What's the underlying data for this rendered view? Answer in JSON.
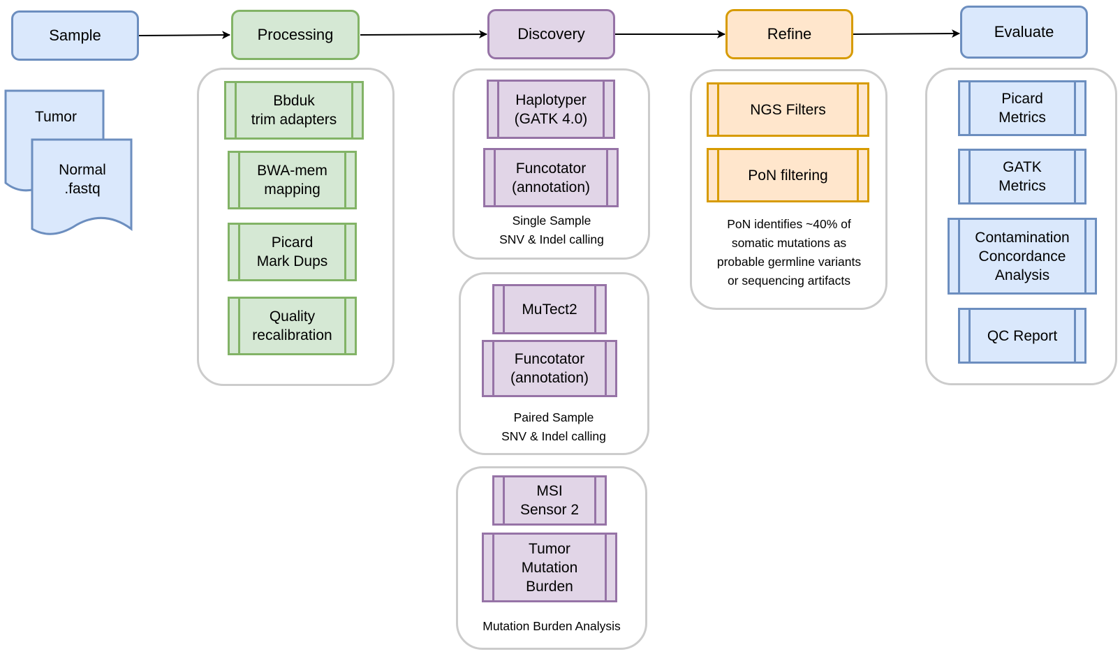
{
  "colors": {
    "blue_fill": "#dae8fc",
    "blue_stroke": "#6c8ebf",
    "green_fill": "#d5e8d4",
    "green_stroke": "#82b366",
    "purple_fill": "#e1d5e7",
    "purple_stroke": "#9673a6",
    "orange_fill": "#ffe6cc",
    "orange_stroke": "#d79b00",
    "group_border": "#cccccc",
    "arrow": "#000000"
  },
  "stages": {
    "sample": "Sample",
    "processing": "Processing",
    "discovery": "Discovery",
    "refine": "Refine",
    "evaluate": "Evaluate"
  },
  "edges": [
    {
      "from": "Sample",
      "to": "Processing"
    },
    {
      "from": "Processing",
      "to": "Discovery"
    },
    {
      "from": "Discovery",
      "to": "Refine"
    },
    {
      "from": "Refine",
      "to": "Evaluate"
    }
  ],
  "sample_docs": {
    "tumor": "Tumor",
    "normal": "Normal\n.fastq"
  },
  "processing": {
    "steps": [
      "Bbduk\ntrim adapters",
      "BWA-mem\nmapping",
      "Picard\nMark Dups",
      "Quality\nrecalibration"
    ]
  },
  "discovery": {
    "single": {
      "steps": [
        "Haplotyper\n(GATK 4.0)",
        "Funcotator\n(annotation)"
      ],
      "caption": "Single Sample\nSNV & Indel calling"
    },
    "paired": {
      "steps": [
        "MuTect2",
        "Funcotator\n(annotation)"
      ],
      "caption": "Paired Sample\nSNV & Indel calling"
    },
    "burden": {
      "steps": [
        "MSI\nSensor 2",
        "Tumor\nMutation\nBurden"
      ],
      "caption": "Mutation Burden Analysis"
    }
  },
  "refine": {
    "steps": [
      "NGS Filters",
      "PoN filtering"
    ],
    "caption": "PoN identifies ~40% of\nsomatic mutations as\nprobable germline variants\nor sequencing artifacts"
  },
  "evaluate": {
    "steps": [
      "Picard\nMetrics",
      "GATK\nMetrics",
      "Contamination\nConcordance\nAnalysis",
      "QC Report"
    ]
  }
}
